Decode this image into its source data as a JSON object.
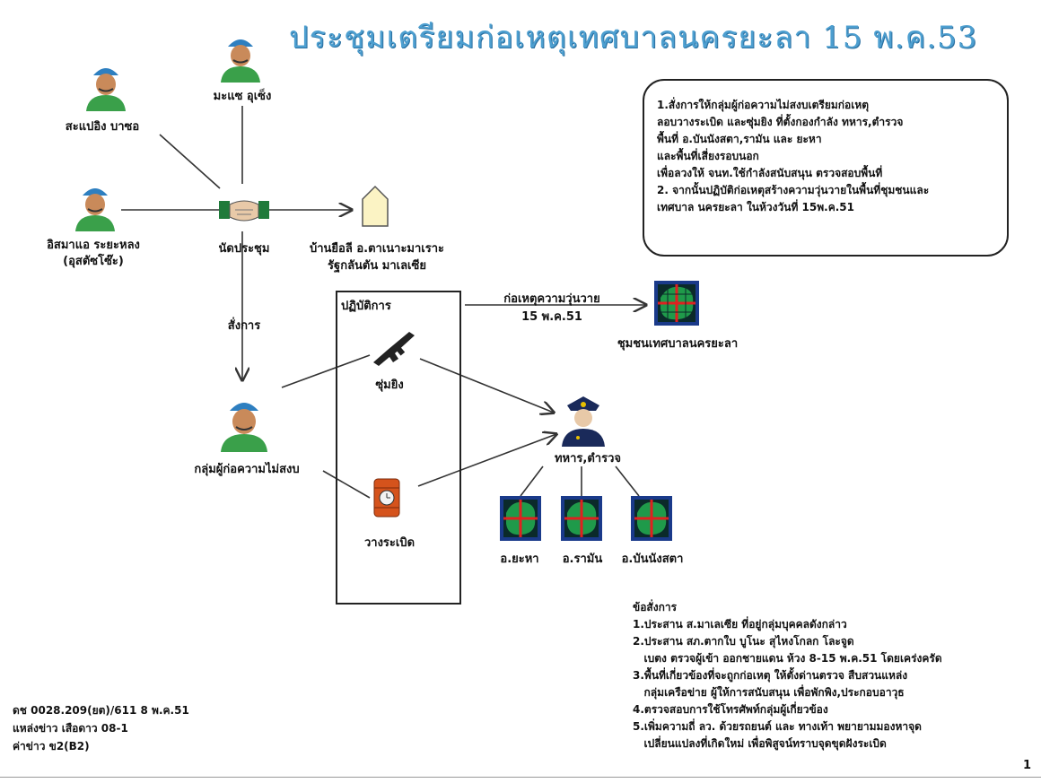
{
  "title": "ประชุมเตรียมก่อเหตุเทศบาลนครยะลา 15 พ.ค.53",
  "people": {
    "top": "มะแซ อุเซ็ง",
    "left_top": "สะแปอิง บาซอ",
    "left_mid_line1": "อิสมาแอ ระยะหลง",
    "left_mid_line2": "(อุสตัซโซ๊ะ)",
    "group": "กลุ่มผู้ก่อความไม่สงบ"
  },
  "meeting": "นัดประชุม",
  "house_line1": "บ้านยือลี อ.ตาเนาะมาเราะ",
  "house_line2": "รัฐกลันตัน มาเลเซีย",
  "order_label": "สั่งการ",
  "ops": {
    "title": "ปฏิบัติการ",
    "gun": "ซุ่มยิง",
    "bomb": "วางระเบิด"
  },
  "unrest_line1": "ก่อเหตุความวุ่นวาย",
  "unrest_line2": "15 พ.ค.51",
  "community": "ชุมชนเทศบาลนครยะลา",
  "police": "ทหาร,ตำรวจ",
  "districts": [
    "อ.ยะหา",
    "อ.รามัน",
    "อ.บันนังสตา"
  ],
  "box_lines": [
    "1.สั่งการให้กลุ่มผู้ก่อความไม่สงบเตรียมก่อเหตุ",
    "ลอบวางระเบิด และซุ่มยิง ที่ตั้งกองกำลัง ทหาร,ตำรวจ",
    "พื้นที่ อ.บันนังสตา,รามัน และ ยะหา",
    "และพื้นที่เสี่ยงรอบนอก",
    "เพื่อลวงให้ จนท.ใช้กำลังสนับสนุน ตรวจสอบพื้นที่",
    "2. จากนั้นปฏิบัติก่อเหตุสร้างความวุ่นวายในพื้นที่ชุมชนและ",
    "เทศบาล นครยะลา ในห้วงวันที่ 15พ.ค.51"
  ],
  "orders_title": "ข้อสั่งการ",
  "orders": [
    "1.ประสาน ส.มาเลเซีย ที่อยู่กลุ่มบุคคลดังกล่าว",
    "2.ประสาน สภ.ตากใบ บูโนะ สุไหงโกลก โละจูด",
    "   เบตง ตรวจผู้เข้า ออกชายแดน ห้วง 8-15 พ.ค.51 โดยเคร่งครัด",
    "3.พื้นที่เกี่ยวข้องที่จะถูกก่อเหตุ ให้ตั้งด่านตรวจ สืบสวนแหล่ง",
    "   กลุ่มเครือข่าย ผู้ให้การสนับสนุน เพื่อพักพิง,ประกอบอาวุธ",
    "4.ตรวจสอบการใช้โทรศัพท์กลุ่มผู้เกี่ยวข้อง",
    "5.เพิ่มความถี่ ลว. ด้วยรถยนต์ และ ทางเท้า พยายามมองหาจุด",
    "   เปลี่ยนแปลงที่เกิดใหม่ เพื่อพิสูจน์ทราบจุดขุดฝังระเบิด"
  ],
  "source": [
    "ดช 0028.209(ยต)/611 8 พ.ค.51",
    "แหล่งข่าว เสือดาว 08-1",
    "ค่าข่าว ข2(B2)"
  ],
  "page_number": "1",
  "colors": {
    "title": "#4d9fd0",
    "cap": "#2e7fc0",
    "shirt": "#3aa04a",
    "skin": "#c98a5a",
    "map_green": "#1f9a4a",
    "map_red": "#e02020",
    "map_frame": "#1a3a8a"
  },
  "icons": [
    "person-icon",
    "handshake-icon",
    "house-icon",
    "rifle-icon",
    "bomb-icon",
    "police-officer-icon",
    "map-icon"
  ]
}
